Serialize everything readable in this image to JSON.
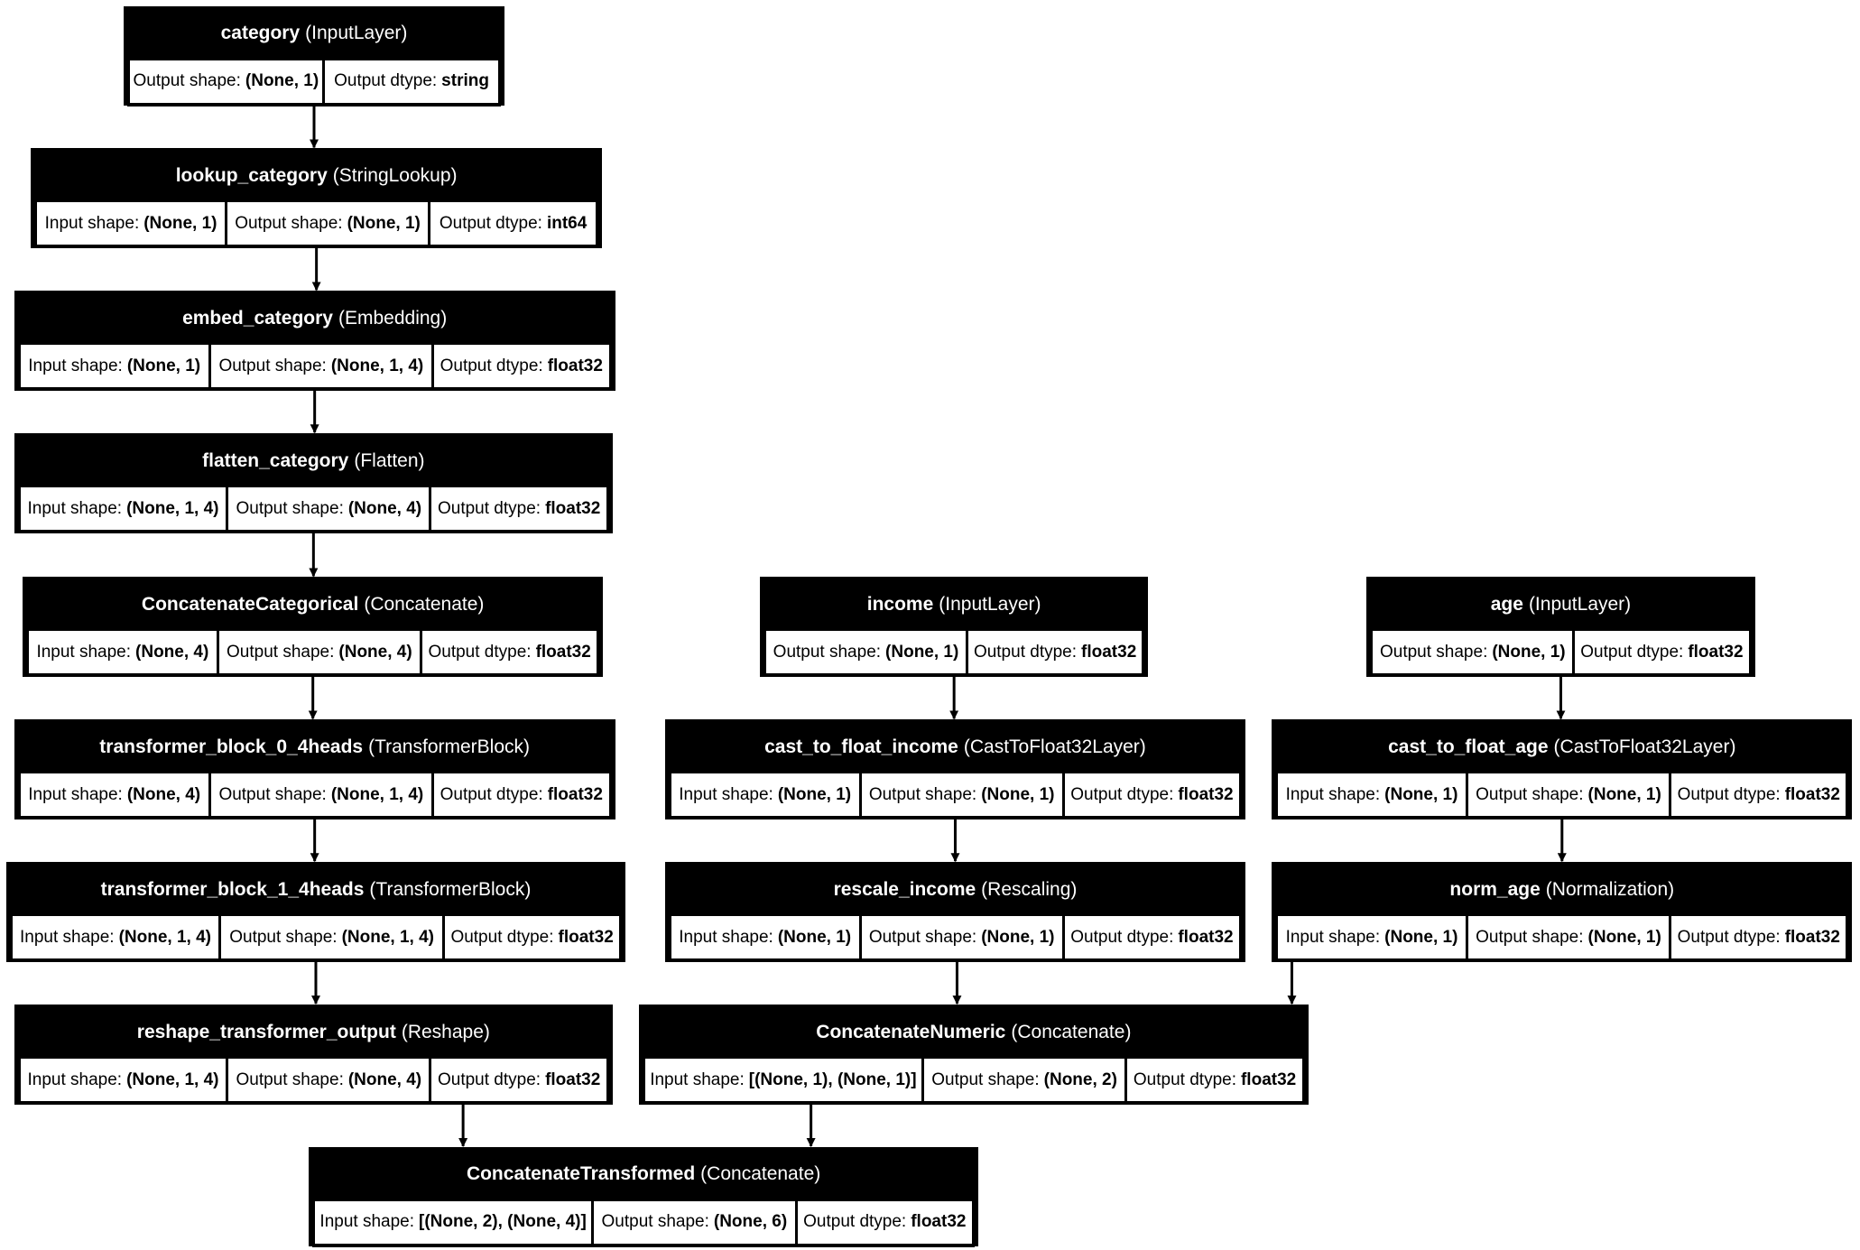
{
  "nodes": [
    {
      "id": "category",
      "name": "category",
      "type": "(InputLayer)",
      "fields": [
        {
          "k": "Output shape:",
          "v": "(None, 1)"
        },
        {
          "k": "Output dtype:",
          "v": "string"
        }
      ]
    },
    {
      "id": "lookup_category",
      "name": "lookup_category",
      "type": "(StringLookup)",
      "fields": [
        {
          "k": "Input shape:",
          "v": "(None, 1)"
        },
        {
          "k": "Output shape:",
          "v": "(None, 1)"
        },
        {
          "k": "Output dtype:",
          "v": "int64"
        }
      ]
    },
    {
      "id": "embed_category",
      "name": "embed_category",
      "type": "(Embedding)",
      "fields": [
        {
          "k": "Input shape:",
          "v": "(None, 1)"
        },
        {
          "k": "Output shape:",
          "v": "(None, 1, 4)"
        },
        {
          "k": "Output dtype:",
          "v": "float32"
        }
      ]
    },
    {
      "id": "flatten_category",
      "name": "flatten_category",
      "type": "(Flatten)",
      "fields": [
        {
          "k": "Input shape:",
          "v": "(None, 1, 4)"
        },
        {
          "k": "Output shape:",
          "v": "(None, 4)"
        },
        {
          "k": "Output dtype:",
          "v": "float32"
        }
      ]
    },
    {
      "id": "concat_categorical",
      "name": "ConcatenateCategorical",
      "type": "(Concatenate)",
      "fields": [
        {
          "k": "Input shape:",
          "v": "(None, 4)"
        },
        {
          "k": "Output shape:",
          "v": "(None, 4)"
        },
        {
          "k": "Output dtype:",
          "v": "float32"
        }
      ]
    },
    {
      "id": "tb0",
      "name": "transformer_block_0_4heads",
      "type": "(TransformerBlock)",
      "fields": [
        {
          "k": "Input shape:",
          "v": "(None, 4)"
        },
        {
          "k": "Output shape:",
          "v": "(None, 1, 4)"
        },
        {
          "k": "Output dtype:",
          "v": "float32"
        }
      ]
    },
    {
      "id": "tb1",
      "name": "transformer_block_1_4heads",
      "type": "(TransformerBlock)",
      "fields": [
        {
          "k": "Input shape:",
          "v": "(None, 1, 4)"
        },
        {
          "k": "Output shape:",
          "v": "(None, 1, 4)"
        },
        {
          "k": "Output dtype:",
          "v": "float32"
        }
      ]
    },
    {
      "id": "reshape",
      "name": "reshape_transformer_output",
      "type": "(Reshape)",
      "fields": [
        {
          "k": "Input shape:",
          "v": "(None, 1, 4)"
        },
        {
          "k": "Output shape:",
          "v": "(None, 4)"
        },
        {
          "k": "Output dtype:",
          "v": "float32"
        }
      ]
    },
    {
      "id": "income",
      "name": "income",
      "type": "(InputLayer)",
      "fields": [
        {
          "k": "Output shape:",
          "v": "(None, 1)"
        },
        {
          "k": "Output dtype:",
          "v": "float32"
        }
      ]
    },
    {
      "id": "cast_income",
      "name": "cast_to_float_income",
      "type": "(CastToFloat32Layer)",
      "fields": [
        {
          "k": "Input shape:",
          "v": "(None, 1)"
        },
        {
          "k": "Output shape:",
          "v": "(None, 1)"
        },
        {
          "k": "Output dtype:",
          "v": "float32"
        }
      ]
    },
    {
      "id": "rescale_income",
      "name": "rescale_income",
      "type": "(Rescaling)",
      "fields": [
        {
          "k": "Input shape:",
          "v": "(None, 1)"
        },
        {
          "k": "Output shape:",
          "v": "(None, 1)"
        },
        {
          "k": "Output dtype:",
          "v": "float32"
        }
      ]
    },
    {
      "id": "age",
      "name": "age",
      "type": "(InputLayer)",
      "fields": [
        {
          "k": "Output shape:",
          "v": "(None, 1)"
        },
        {
          "k": "Output dtype:",
          "v": "float32"
        }
      ]
    },
    {
      "id": "cast_age",
      "name": "cast_to_float_age",
      "type": "(CastToFloat32Layer)",
      "fields": [
        {
          "k": "Input shape:",
          "v": "(None, 1)"
        },
        {
          "k": "Output shape:",
          "v": "(None, 1)"
        },
        {
          "k": "Output dtype:",
          "v": "float32"
        }
      ]
    },
    {
      "id": "norm_age",
      "name": "norm_age",
      "type": "(Normalization)",
      "fields": [
        {
          "k": "Input shape:",
          "v": "(None, 1)"
        },
        {
          "k": "Output shape:",
          "v": "(None, 1)"
        },
        {
          "k": "Output dtype:",
          "v": "float32"
        }
      ]
    },
    {
      "id": "concat_numeric",
      "name": "ConcatenateNumeric",
      "type": "(Concatenate)",
      "fields": [
        {
          "k": "Input shape:",
          "v": "[(None, 1), (None, 1)]"
        },
        {
          "k": "Output shape:",
          "v": "(None, 2)"
        },
        {
          "k": "Output dtype:",
          "v": "float32"
        }
      ]
    },
    {
      "id": "concat_transformed",
      "name": "ConcatenateTransformed",
      "type": "(Concatenate)",
      "fields": [
        {
          "k": "Input shape:",
          "v": "[(None, 2), (None, 4)]"
        },
        {
          "k": "Output shape:",
          "v": "(None, 6)"
        },
        {
          "k": "Output dtype:",
          "v": "float32"
        }
      ]
    }
  ],
  "edges": [
    [
      "category",
      "lookup_category"
    ],
    [
      "lookup_category",
      "embed_category"
    ],
    [
      "embed_category",
      "flatten_category"
    ],
    [
      "flatten_category",
      "concat_categorical"
    ],
    [
      "concat_categorical",
      "tb0"
    ],
    [
      "tb0",
      "tb1"
    ],
    [
      "tb1",
      "reshape"
    ],
    [
      "income",
      "cast_income"
    ],
    [
      "cast_income",
      "rescale_income"
    ],
    [
      "age",
      "cast_age"
    ],
    [
      "cast_age",
      "norm_age"
    ],
    [
      "rescale_income",
      "concat_numeric"
    ],
    [
      "norm_age",
      "concat_numeric"
    ],
    [
      "reshape",
      "concat_transformed"
    ],
    [
      "concat_numeric",
      "concat_transformed"
    ]
  ]
}
